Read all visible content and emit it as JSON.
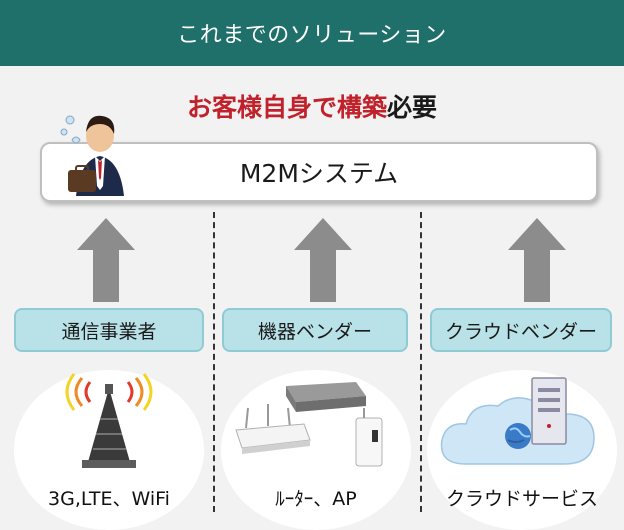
{
  "header": {
    "title": "これまでのソリューション"
  },
  "headline": {
    "emphasis": "お客様自身で構築",
    "rest": "必要"
  },
  "system": {
    "label": "M2Mシステム"
  },
  "vendors": [
    {
      "label": "通信事業者",
      "caption": "3G,LTE、WiFi",
      "icon": "cell-tower-icon"
    },
    {
      "label": "機器ベンダー",
      "caption": "ﾙｰﾀｰ、AP",
      "icon": "router-devices-icon"
    },
    {
      "label": "クラウドベンダー",
      "caption": "クラウドサービス",
      "icon": "cloud-server-icon"
    }
  ],
  "colors": {
    "header_bg": "#1f6f6a",
    "emphasis": "#c0212a",
    "vendor_bg": "#b9e2e8",
    "arrow": "#8c8c8c"
  }
}
